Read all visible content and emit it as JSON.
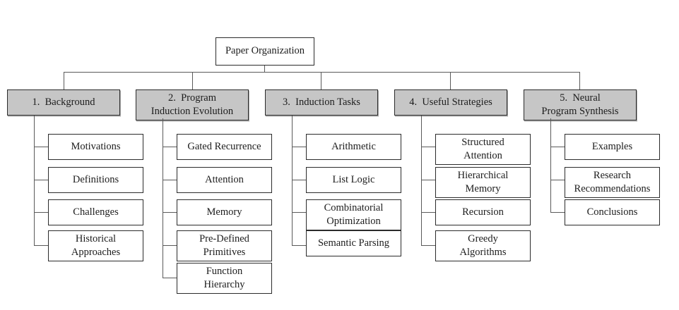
{
  "diagram": {
    "root": "Paper Organization",
    "columns": [
      {
        "title": "1.  Background",
        "children": [
          "Motivations",
          "Definitions",
          "Challenges",
          "Historical\nApproaches"
        ]
      },
      {
        "title": "2.  Program\nInduction Evolution",
        "children": [
          "Gated Recurrence",
          "Attention",
          "Memory",
          "Pre-Defined\nPrimitives",
          "Function\nHierarchy"
        ]
      },
      {
        "title": "3.  Induction Tasks",
        "children": [
          "Arithmetic",
          "List Logic",
          "Combinatorial\nOptimization",
          "Semantic Parsing"
        ]
      },
      {
        "title": "4.  Useful Strategies",
        "children": [
          "Structured\nAttention",
          "Hierarchical\nMemory",
          "Recursion",
          "Greedy\nAlgorithms"
        ]
      },
      {
        "title": "5.  Neural\nProgram Synthesis",
        "children": [
          "Examples",
          "Research\nRecommendations",
          "Conclusions"
        ]
      }
    ],
    "colors": {
      "header_fill": "#c6c6c6",
      "box_fill": "#ffffff",
      "border": "#2b2b2b",
      "connector": "#5a5a5a"
    }
  }
}
